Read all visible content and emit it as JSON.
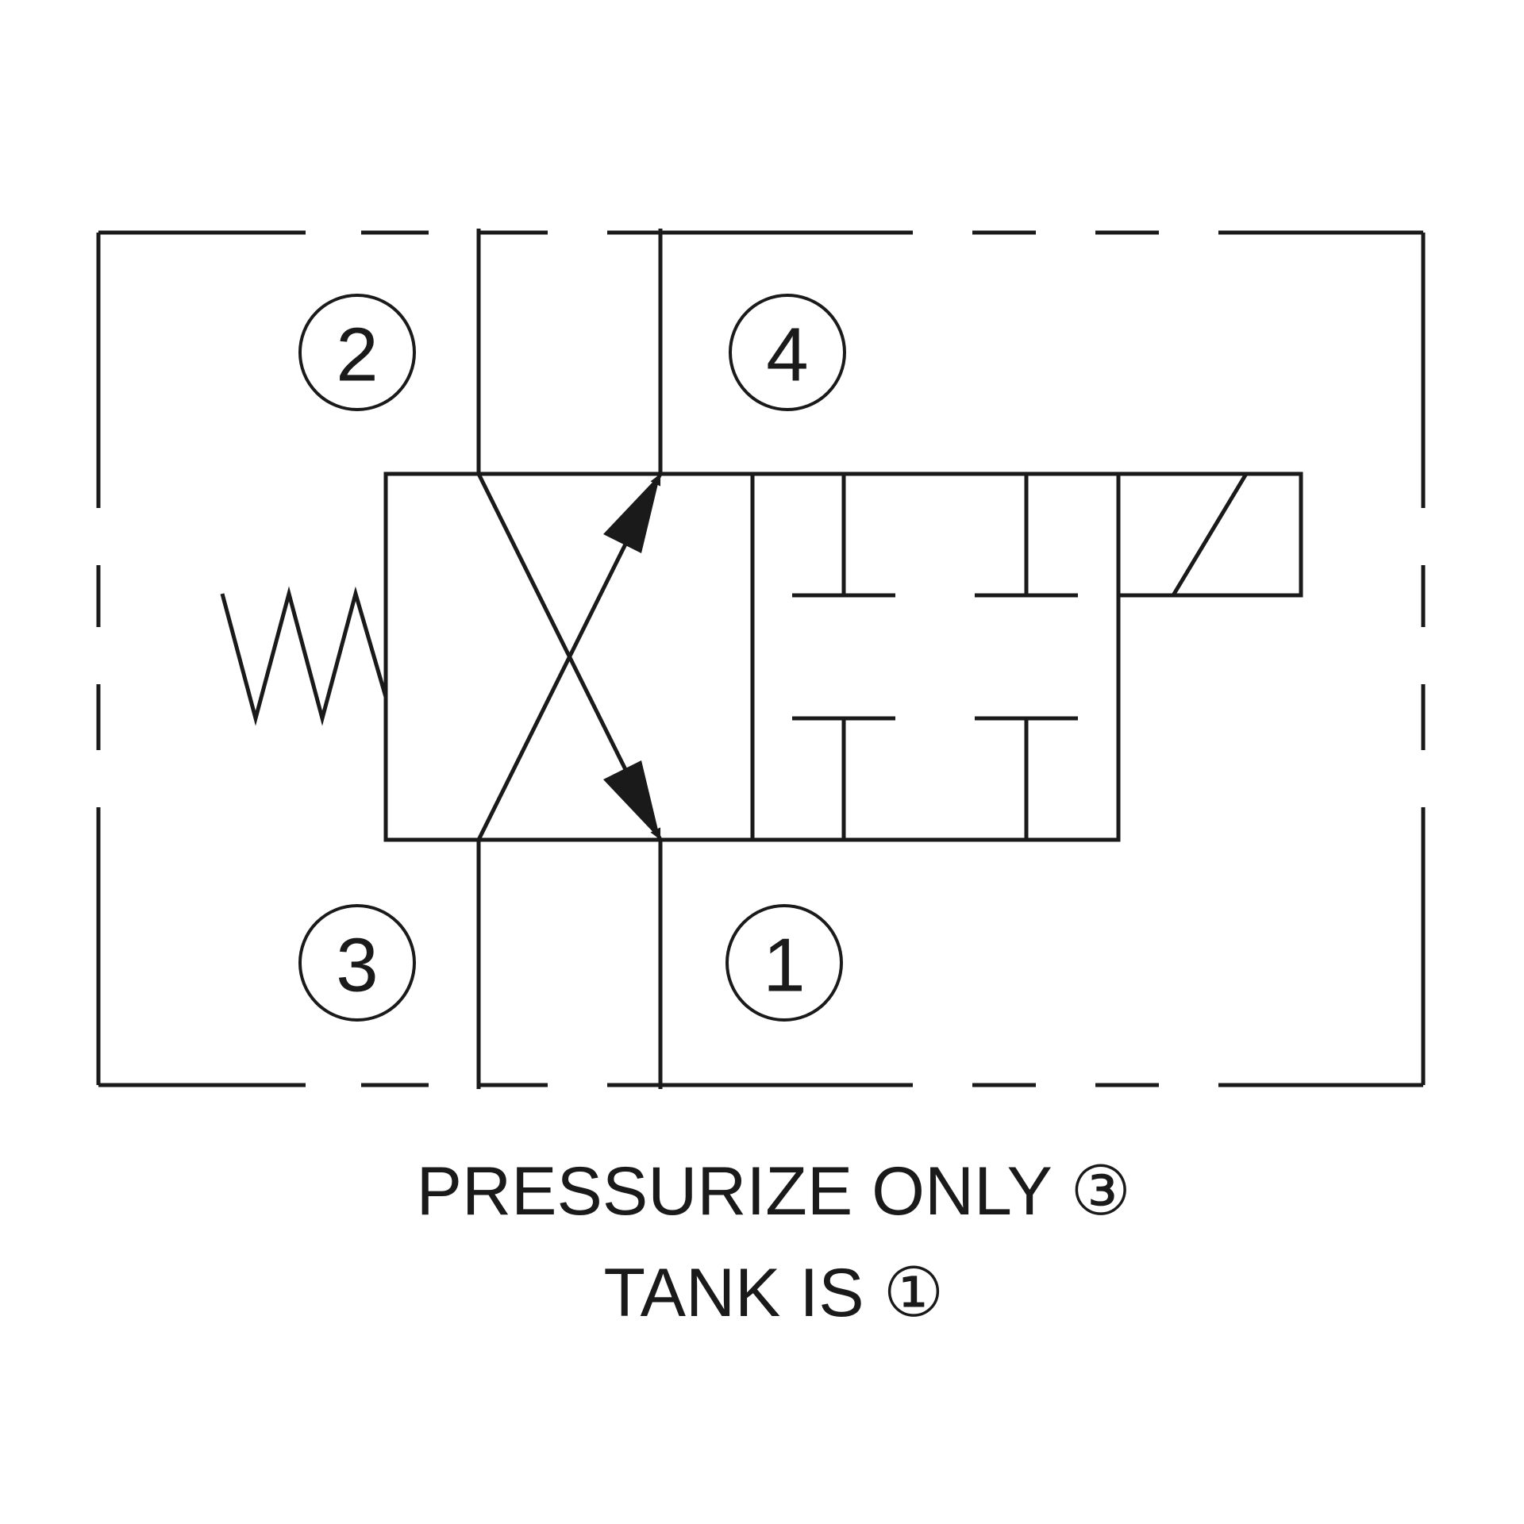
{
  "ports": {
    "p2": "2",
    "p4": "4",
    "p3": "3",
    "p1": "1"
  },
  "caption": {
    "line1": "PRESSURIZE ONLY ③",
    "line2": "TANK IS ①"
  },
  "colors": {
    "ink": "#1a1a1a",
    "background": "#ffffff"
  }
}
